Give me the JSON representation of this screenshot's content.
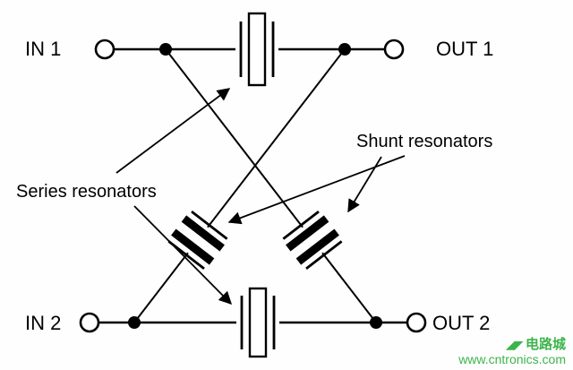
{
  "diagram": {
    "title": "lattice-crystal-filter-schematic",
    "terminals": {
      "in1": "IN 1",
      "out1": "OUT 1",
      "in2": "IN 2",
      "out2": "OUT 2"
    },
    "annotations": {
      "series": "Series resonators",
      "shunt": "Shunt resonators"
    },
    "colors": {
      "line": "#000000",
      "background": "#fefefe",
      "watermark": "#3cb44b"
    }
  },
  "watermark": {
    "brand": "电路城",
    "url": "www.cntronics.com"
  }
}
